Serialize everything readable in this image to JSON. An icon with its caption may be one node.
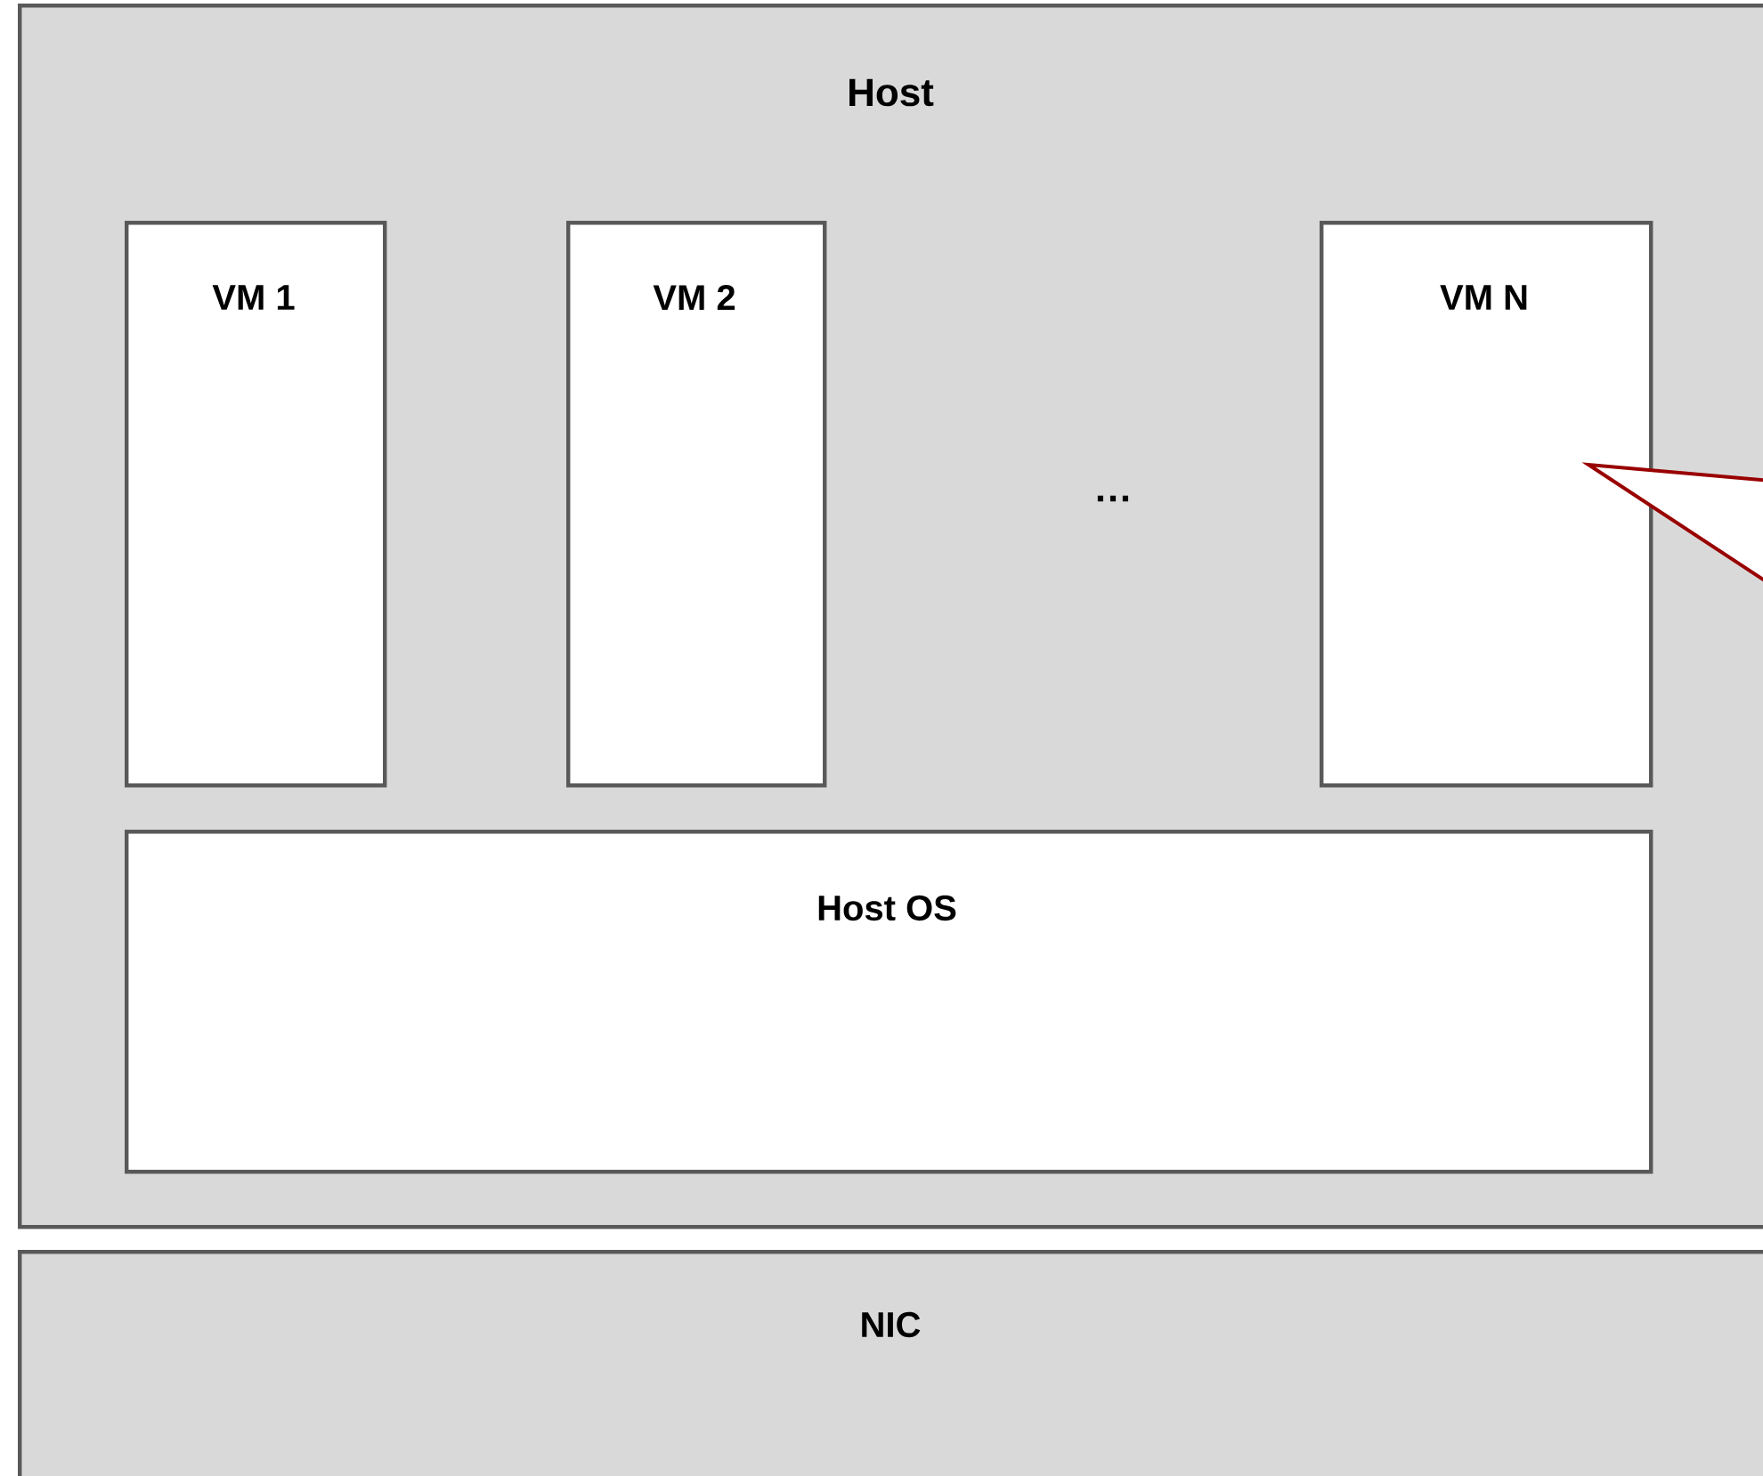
{
  "diagram": {
    "nodes": [
      {
        "text": [
          "Host"
        ]
      },
      {
        "text": [
          "VM 1"
        ],
        "in": 0
      },
      {
        "text": [
          "VM 2"
        ],
        "in": 0
      },
      {
        "text": [
          "VM N"
        ],
        "in": 0
      },
      {
        "text": [
          "Host OS"
        ],
        "in": 0
      },
      {
        "text": [
          "NIC"
        ]
      }
    ],
    "labels": [
      "…"
    ]
  }
}
